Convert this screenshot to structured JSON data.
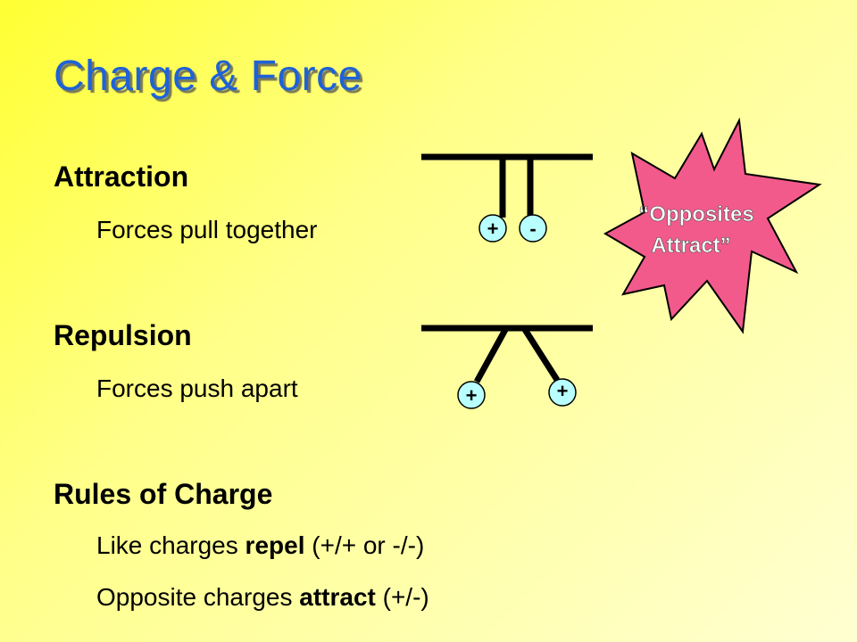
{
  "title": "Charge & Force",
  "sections": {
    "attraction": {
      "heading": "Attraction",
      "description": "Forces pull together"
    },
    "repulsion": {
      "heading": "Repulsion",
      "description": "Forces push apart"
    },
    "rules": {
      "heading": "Rules of Charge",
      "like_pre": "Like charges ",
      "like_verb": "repel",
      "like_post": " (+/+ or -/-)",
      "opposite_pre": "Opposite charges ",
      "opposite_verb": "attract",
      "opposite_post": " (+/-)"
    }
  },
  "diagram": {
    "attraction_charges": [
      "+",
      "-"
    ],
    "repulsion_charges": [
      "+",
      "+"
    ],
    "callout_line1": "“Opposites",
    "callout_line2": "Attract”"
  },
  "colors": {
    "title": "#1f62d6",
    "callout_fill": "#f25a8c",
    "ball_fill": "#b8ffff"
  }
}
